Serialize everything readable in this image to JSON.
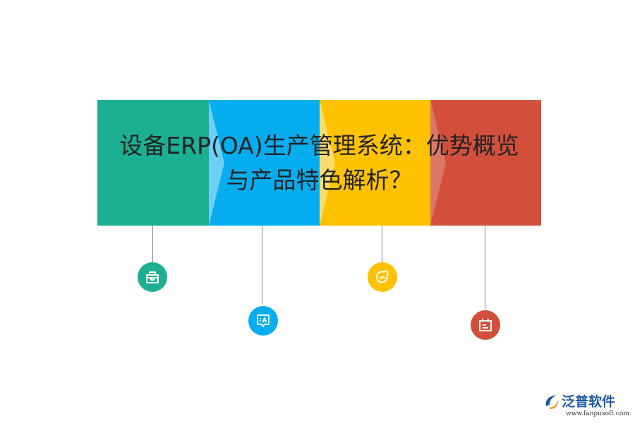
{
  "title": {
    "line1": "设备ERP(OA)生产管理系统：优势概览",
    "line2": "与产品特色解析？"
  },
  "colors": {
    "teal": "#1caf91",
    "blue": "#05adee",
    "yellow": "#ffc200",
    "red": "#d2503b"
  },
  "steps": [
    {
      "color": "teal",
      "icon": "box-icon"
    },
    {
      "color": "blue",
      "icon": "translate-icon"
    },
    {
      "color": "yellow",
      "icon": "dial-icon"
    },
    {
      "color": "red",
      "icon": "calendar-icon"
    }
  ],
  "logo": {
    "name": "泛普软件",
    "url": "www.fanpusoft.com"
  }
}
